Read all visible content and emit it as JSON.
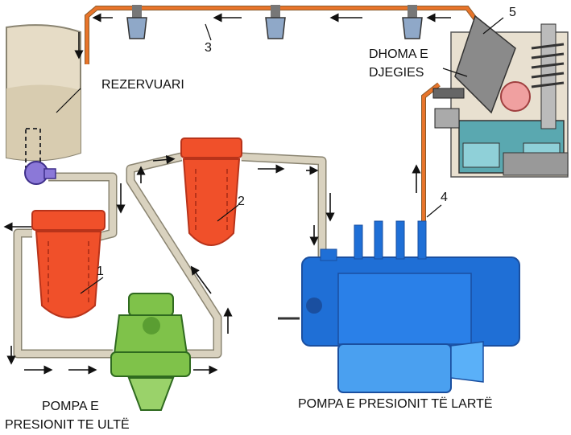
{
  "labels": {
    "reservoir": "REZERVUARI",
    "combustion_line1": "DHOMA E",
    "combustion_line2": "DJEGIES",
    "low_pump_line1": "POMPA E",
    "low_pump_line2": "PRESIONIT TE ULTË",
    "high_pump": "POMPA E PRESIONIT TË LARTË"
  },
  "numbers": {
    "filter1": "1",
    "filter2": "2",
    "return_line": "3",
    "injection_line": "4",
    "injector": "5"
  },
  "colors": {
    "pipe": "#d9d2bf",
    "pipe_edge": "#8a8471",
    "hot_pipe": "#e8742a",
    "filter": "#f0502a",
    "filter_dark": "#b8331a",
    "low_pump": "#7fc24a",
    "high_pump": "#1f6fd6",
    "high_pump_dark": "#1a4fa0",
    "nozzle": "#8fa8c8",
    "tank": "#e6dcc6",
    "coupler": "#8b78d8",
    "engine": "#5aa8b0"
  }
}
